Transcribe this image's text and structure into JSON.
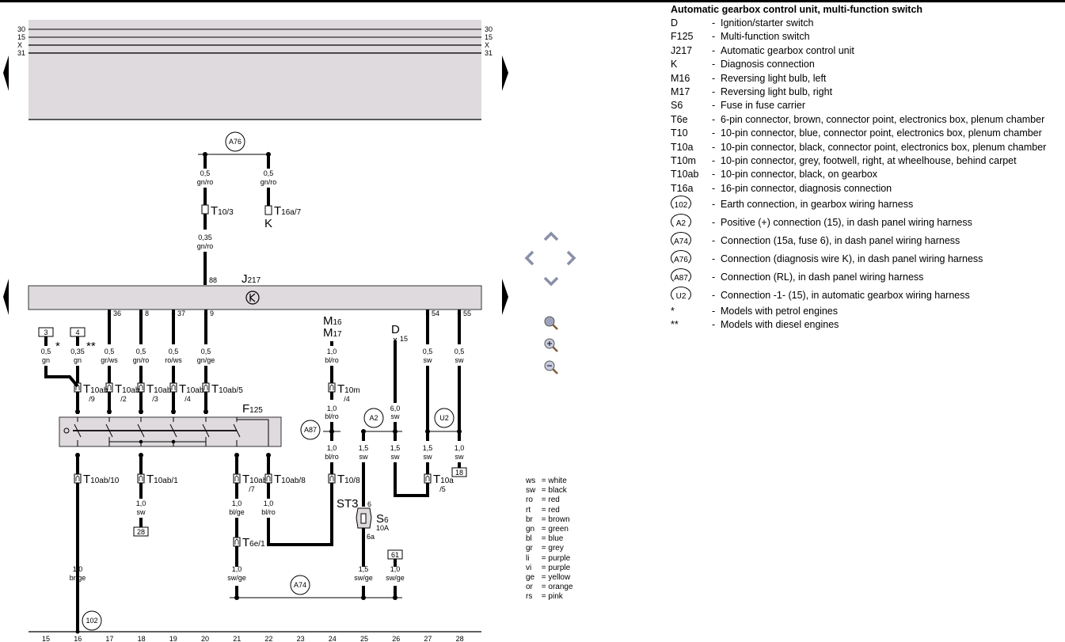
{
  "bus_lines": {
    "labels": [
      "30",
      "15",
      "X",
      "31"
    ]
  },
  "control_unit": {
    "name": "J",
    "sub": "217",
    "pin_top": "88",
    "pins_bottom": [
      "36",
      "8",
      "37",
      "9",
      "54",
      "55"
    ]
  },
  "top_section": {
    "junction_label": "A76",
    "left_wire": {
      "size": "0,5",
      "color": "gn/ro"
    },
    "right_wire": {
      "size": "0,5",
      "color": "gn/ro"
    },
    "connector_left": {
      "name": "T",
      "sub": "10/3"
    },
    "connector_right": {
      "name": "T",
      "sub": "16a/7"
    },
    "diag_label": "K",
    "lower_wire": {
      "size": "0,35",
      "color": "gn/ro"
    }
  },
  "switch_inputs": [
    {
      "ref_box": "3",
      "size": "0,5",
      "color": "gn",
      "mark": "*"
    },
    {
      "ref_box": "4",
      "size": "0,35",
      "color": "gn",
      "mark": "**",
      "conn": "T",
      "conn_sub": "10ab",
      "pin": "/9"
    },
    {
      "size": "0,5",
      "color": "gr/ws",
      "conn": "T",
      "conn_sub": "10ab",
      "pin": "/2"
    },
    {
      "size": "0,5",
      "color": "gn/ro",
      "conn": "T",
      "conn_sub": "10ab",
      "pin": "/3"
    },
    {
      "size": "0,5",
      "color": "ro/ws",
      "conn": "T",
      "conn_sub": "10ab",
      "pin": "/4"
    },
    {
      "size": "0,5",
      "color": "gn/ge",
      "conn": "T",
      "conn_sub": "10ab/5"
    }
  ],
  "switch": {
    "name": "F",
    "sub": "125"
  },
  "lower_left": {
    "c16": {
      "conn": "T",
      "conn_sub": "10ab/10",
      "size": "1,0",
      "color": "br/ge",
      "earth": "102"
    },
    "c18": {
      "conn": "T",
      "conn_sub": "10ab/1",
      "size": "1,0",
      "color": "sw",
      "ref_box": "28"
    },
    "c21": {
      "conn": "T",
      "conn_sub": "10ab",
      "pin": "/7",
      "size": "1,0",
      "color": "bl/ge",
      "conn2": "T",
      "conn2_sub": "6e/1",
      "size2": "1,0",
      "color2": "sw/ge"
    },
    "c22": {
      "conn": "T",
      "conn_sub": "10ab/8",
      "size": "1,0",
      "color": "bl/ro"
    }
  },
  "right_section": {
    "bulbs": {
      "m16": "M",
      "m16_sub": "16",
      "m17": "M",
      "m17_sub": "17"
    },
    "c24_upper": {
      "size": "1,0",
      "color": "bl/ro",
      "conn": "T",
      "conn_sub": "10m",
      "pin": "/4"
    },
    "c24_mid": {
      "size": "1,0",
      "color": "bl/ro"
    },
    "c24_lower": {
      "size": "1,0",
      "color": "bl/ro",
      "conn": "T",
      "conn_sub": "10/8"
    },
    "a87": "A87",
    "a2": "A2",
    "u2": "U2",
    "ign": {
      "name": "D",
      "pin": "15",
      "size": "6,0",
      "color": "sw"
    },
    "c25": {
      "size": "1,5",
      "color": "sw",
      "st": "ST3",
      "pin_in": "6",
      "fuse": "S",
      "fuse_sub": "6",
      "rating": "10A",
      "pin_out": "6a",
      "size2": "1,5",
      "color2": "sw/ge"
    },
    "c26": {
      "size": "1,5",
      "color": "sw",
      "ref_box": "61",
      "size2": "1,0",
      "color2": "sw/ge"
    },
    "c27": {
      "size_top": "0,5",
      "color_top": "sw",
      "size": "1,5",
      "color": "sw",
      "conn": "T",
      "conn_sub": "10a",
      "pin": "/5"
    },
    "c28": {
      "size_top": "0,5",
      "color_top": "sw",
      "size": "1,0",
      "color": "sw",
      "ref_box": "18"
    },
    "a74": "A74"
  },
  "current_tracks": [
    "15",
    "16",
    "17",
    "18",
    "19",
    "20",
    "21",
    "22",
    "23",
    "24",
    "25",
    "26",
    "27",
    "28"
  ],
  "navigation": {
    "up": "pan-up",
    "left": "pan-left",
    "right": "pan-right",
    "down": "pan-down",
    "zoom": "zoom-fit",
    "zoom_in": "zoom-in",
    "zoom_out": "zoom-out"
  },
  "legend": {
    "title": "Automatic gearbox control unit, multi-function switch",
    "items": [
      {
        "code": "D",
        "desc": "Ignition/starter switch"
      },
      {
        "code": "F125",
        "desc": "Multi-function switch"
      },
      {
        "code": "J217",
        "desc": "Automatic gearbox control unit"
      },
      {
        "code": "K",
        "desc": "Diagnosis connection"
      },
      {
        "code": "M16",
        "desc": "Reversing light bulb, left"
      },
      {
        "code": "M17",
        "desc": "Reversing light bulb, right"
      },
      {
        "code": "S6",
        "desc": "Fuse in fuse carrier"
      },
      {
        "code": "T6e",
        "desc": "6-pin connector, brown, connector point, electronics box, plenum chamber"
      },
      {
        "code": "T10",
        "desc": "10-pin connector, blue, connector point, electronics box, plenum chamber"
      },
      {
        "code": "T10a",
        "desc": "10-pin connector, black, connector point, electronics box, plenum chamber"
      },
      {
        "code": "T10m",
        "desc": "10-pin connector, grey, footwell, right, at wheelhouse, behind carpet"
      },
      {
        "code": "T10ab",
        "desc": "10-pin connector, black, on gearbox"
      },
      {
        "code": "T16a",
        "desc": "16-pin connector, diagnosis connection"
      }
    ],
    "circle_items": [
      {
        "code": "102",
        "desc": "Earth connection, in gearbox wiring harness"
      },
      {
        "code": "A2",
        "desc": "Positive (+) connection (15), in dash panel wiring harness"
      },
      {
        "code": "A74",
        "desc": "Connection (15a, fuse 6), in dash panel wiring harness"
      },
      {
        "code": "A76",
        "desc": "Connection (diagnosis wire K), in dash panel wiring harness"
      },
      {
        "code": "A87",
        "desc": "Connection (RL), in dash panel wiring harness"
      },
      {
        "code": "U2",
        "desc": "Connection -1- (15), in automatic gearbox wiring harness"
      }
    ],
    "notes": [
      {
        "code": "*",
        "desc": "Models with petrol engines"
      },
      {
        "code": "**",
        "desc": "Models with diesel engines"
      }
    ]
  },
  "color_codes": [
    {
      "abbr": "ws",
      "name": "white"
    },
    {
      "abbr": "sw",
      "name": "black"
    },
    {
      "abbr": "ro",
      "name": "red"
    },
    {
      "abbr": "rt",
      "name": "red"
    },
    {
      "abbr": "br",
      "name": "brown"
    },
    {
      "abbr": "gn",
      "name": "green"
    },
    {
      "abbr": "bl",
      "name": "blue"
    },
    {
      "abbr": "gr",
      "name": "grey"
    },
    {
      "abbr": "li",
      "name": "purple"
    },
    {
      "abbr": "vi",
      "name": "purple"
    },
    {
      "abbr": "ge",
      "name": "yellow"
    },
    {
      "abbr": "or",
      "name": "orange"
    },
    {
      "abbr": "rs",
      "name": "pink"
    }
  ],
  "theme": {
    "panel_fill": "#dedadd",
    "wire": "#000000",
    "nav_icon": "#8a8fa8"
  }
}
